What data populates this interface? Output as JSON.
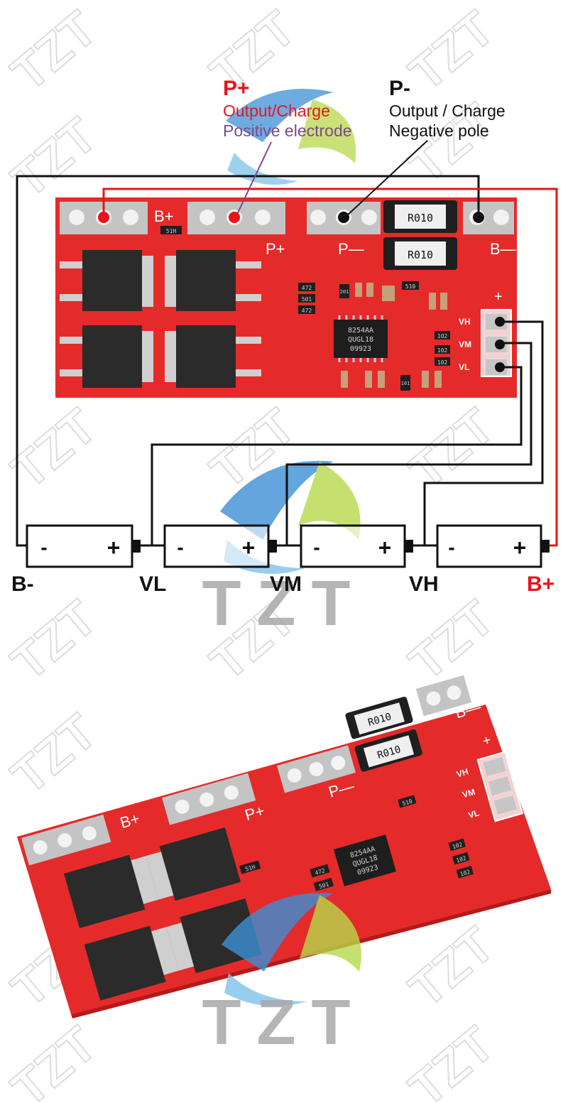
{
  "diagram": {
    "p_plus": {
      "title": "P+",
      "line1": "Output/Charge",
      "line2": "Positive electrode",
      "color": "#e8141a"
    },
    "p_minus": {
      "title": "P-",
      "line1": "Output / Charge",
      "line2": "Negative pole",
      "color": "#111111"
    },
    "batteries": [
      {
        "minus": "-",
        "plus": "+"
      },
      {
        "minus": "-",
        "plus": "+"
      },
      {
        "minus": "-",
        "plus": "+"
      },
      {
        "minus": "-",
        "plus": "+"
      }
    ],
    "node_labels": {
      "b_minus": "B-",
      "vl": "VL",
      "vm": "VM",
      "vh": "VH",
      "b_plus": "B+"
    },
    "b_plus_color": "#e8141a",
    "wire_black": "#111111",
    "wire_red": "#e8141a"
  },
  "pcb": {
    "color": "#e52a2a",
    "silk": {
      "b_plus": "B+",
      "p_plus": "P+",
      "p_minus": "P—",
      "b_minus": "B—",
      "plus": "+",
      "vh": "VH",
      "vm": "VM",
      "vl": "VL"
    },
    "resistor_label": "R010",
    "chip_line1": "8254AA",
    "chip_line2": "QUGL18",
    "chip_line3": "09923",
    "small_codes": [
      "51H",
      "472",
      "501",
      "472",
      "201",
      "510",
      "102",
      "102",
      "102",
      "101"
    ]
  },
  "watermark": {
    "text": "TZT"
  }
}
